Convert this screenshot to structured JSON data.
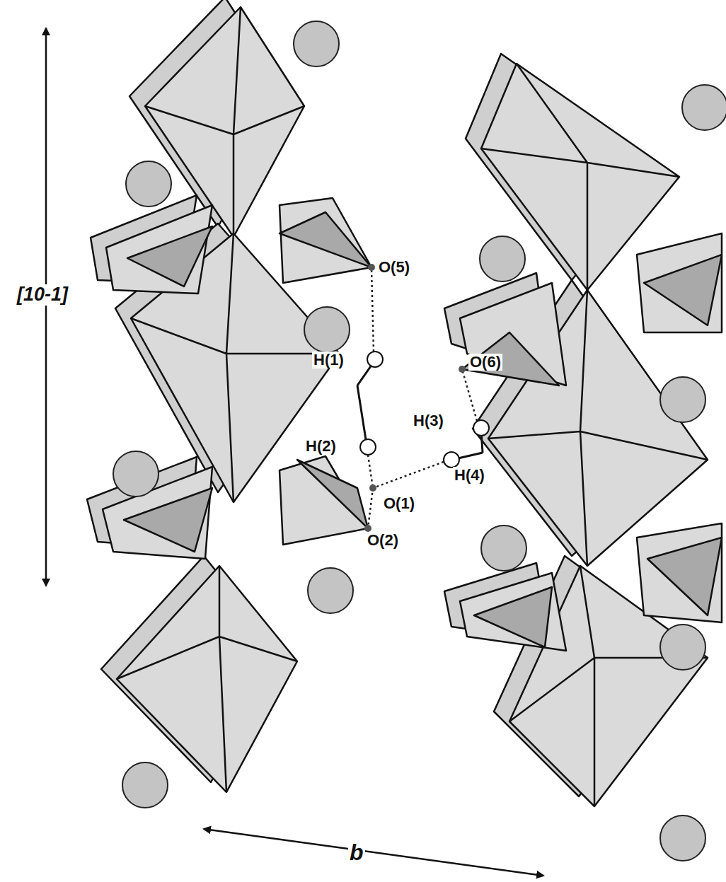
{
  "diagram": {
    "labels": [
      "[10-1]",
      "b",
      "O(5)",
      "H(1)",
      "H(2)",
      "O(1)",
      "O(2)",
      "O(6)",
      "H(3)",
      "H(4)"
    ]
  }
}
